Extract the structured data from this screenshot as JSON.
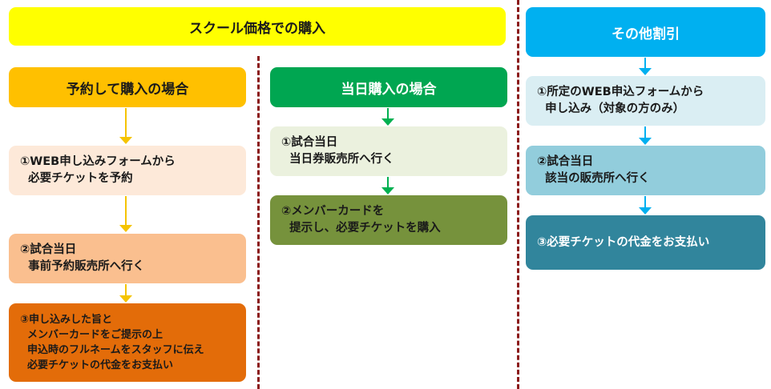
{
  "banner": {
    "text": "スクール価格での購入"
  },
  "reservation": {
    "header": "予約して購入の場合",
    "steps": [
      [
        "①WEB申し込みフォームから",
        "  必要チケットを予約"
      ],
      [
        "②試合当日",
        "  事前予約販売所へ行く"
      ],
      [
        "③申し込みした旨と",
        "  メンバーカードをご提示の上",
        "  申込時のフルネームをスタッフに伝え",
        "  必要チケットの代金をお支払い"
      ]
    ]
  },
  "sameday": {
    "header": "当日購入の場合",
    "steps": [
      [
        "①試合当日",
        "  当日券販売所へ行く"
      ],
      [
        "②メンバーカードを",
        "  提示し、必要チケットを購入"
      ]
    ]
  },
  "other": {
    "header": "その他割引",
    "steps": [
      [
        "①所定のWEB申込フォームから",
        "  申し込み（対象の方のみ）"
      ],
      [
        "②試合当日",
        "  該当の販売所へ行く"
      ],
      [
        "③必要チケットの代金をお支払い"
      ]
    ]
  },
  "colors": {
    "banner": "#ffff00",
    "reservation_header": "#ffc000",
    "reservation_arrow": "#f5c400",
    "reservation_steps": [
      "#fde9d9",
      "#fabf8f",
      "#e36c09"
    ],
    "sameday_header": "#00a651",
    "sameday_arrow": "#00b050",
    "sameday_steps": [
      "#ebf1de",
      "#76923c"
    ],
    "other_header": "#00b0f0",
    "other_arrow": "#00b0f0",
    "other_steps": [
      "#daeef3",
      "#92cddc",
      "#31859c"
    ],
    "divider": "#8b1a1a"
  }
}
